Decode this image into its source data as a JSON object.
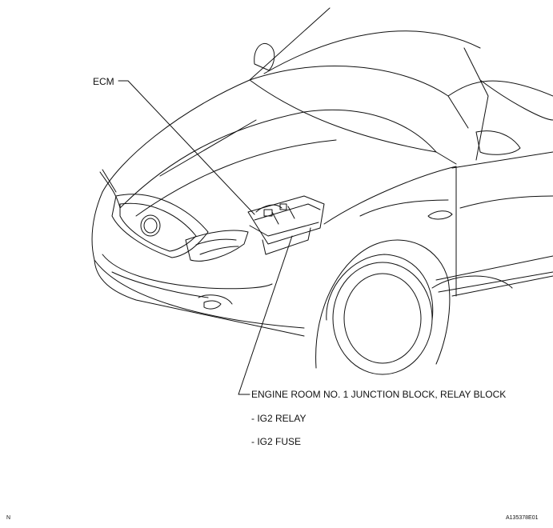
{
  "callouts": {
    "ecm": "ECM",
    "junction_block": "ENGINE ROOM NO. 1 JUNCTION BLOCK, RELAY BLOCK",
    "items": [
      "- IG2 RELAY",
      "- IG2 FUSE"
    ]
  },
  "corner_marks": {
    "left": "N",
    "figure_code": "A135378E01"
  },
  "colors": {
    "line": "#111111",
    "background": "#ffffff"
  }
}
